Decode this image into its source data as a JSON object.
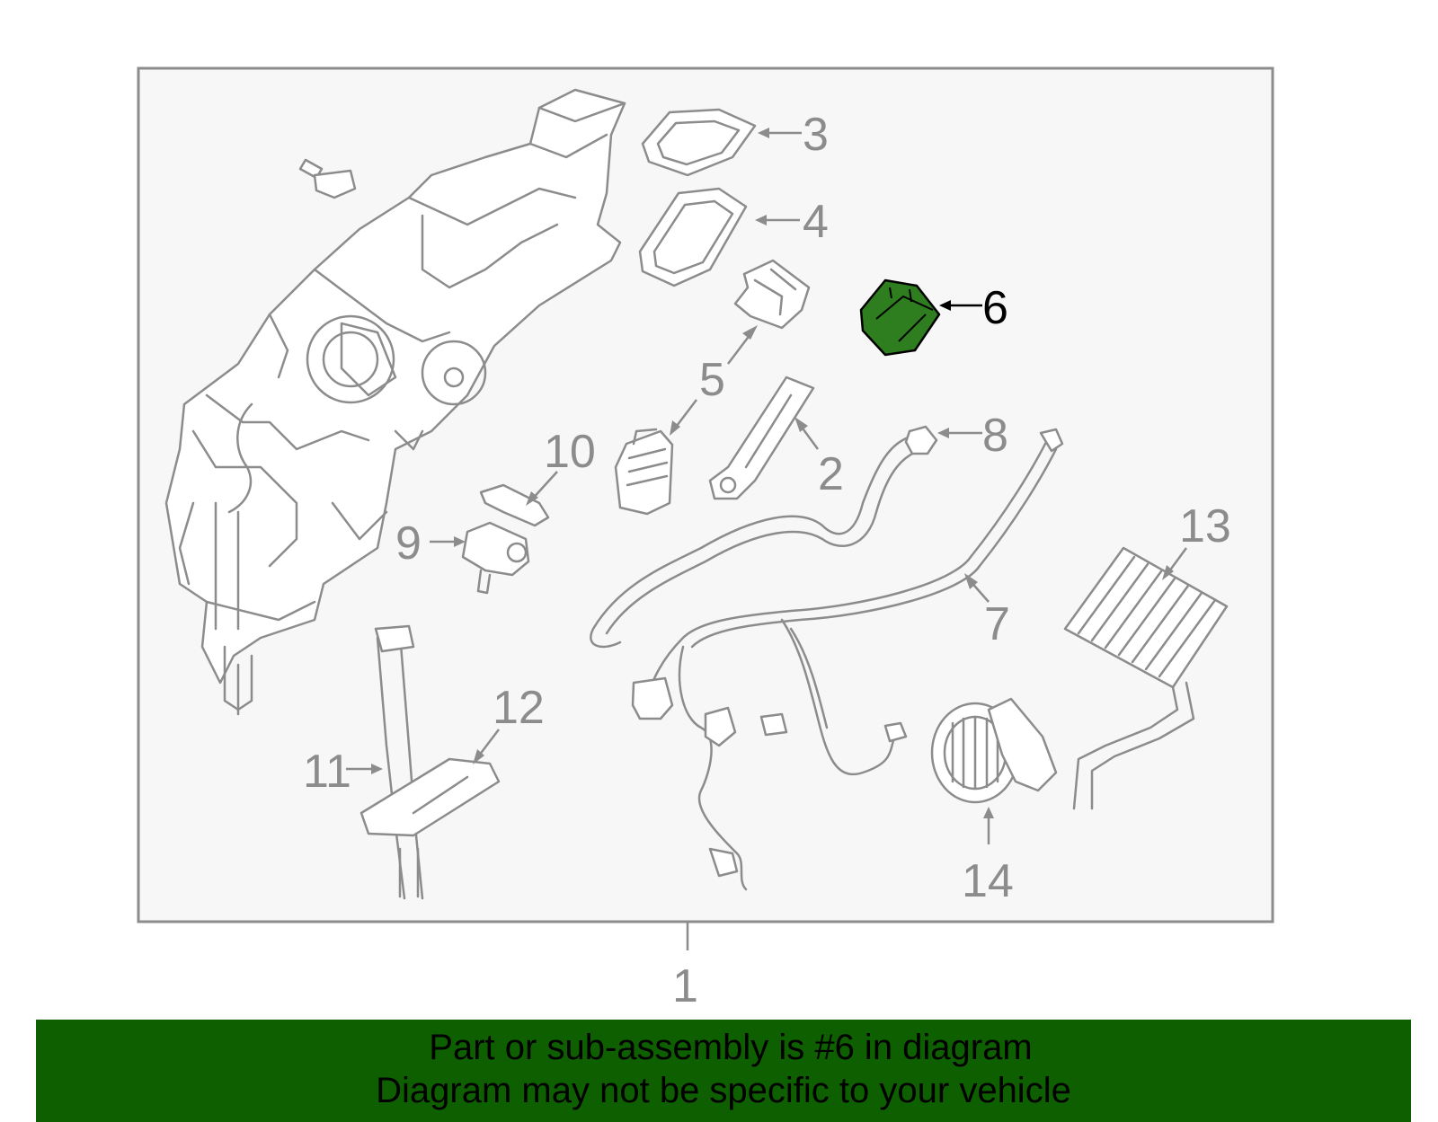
{
  "colors": {
    "line_art": "#8c8c8c",
    "panel_background": "#f7f7f7",
    "highlight_part": "#2e7d1e",
    "banner_background": "#0e5f00",
    "banner_text": "#000000",
    "highlight_label": "#000000"
  },
  "diagram": {
    "highlighted_part": "6",
    "callouts": [
      "1",
      "2",
      "3",
      "4",
      "5",
      "6",
      "7",
      "8",
      "9",
      "10",
      "11",
      "12",
      "13",
      "14"
    ]
  },
  "banner": {
    "line1": "Part or sub-assembly is #6 in diagram",
    "line2": "Diagram may not be specific to your vehicle"
  }
}
